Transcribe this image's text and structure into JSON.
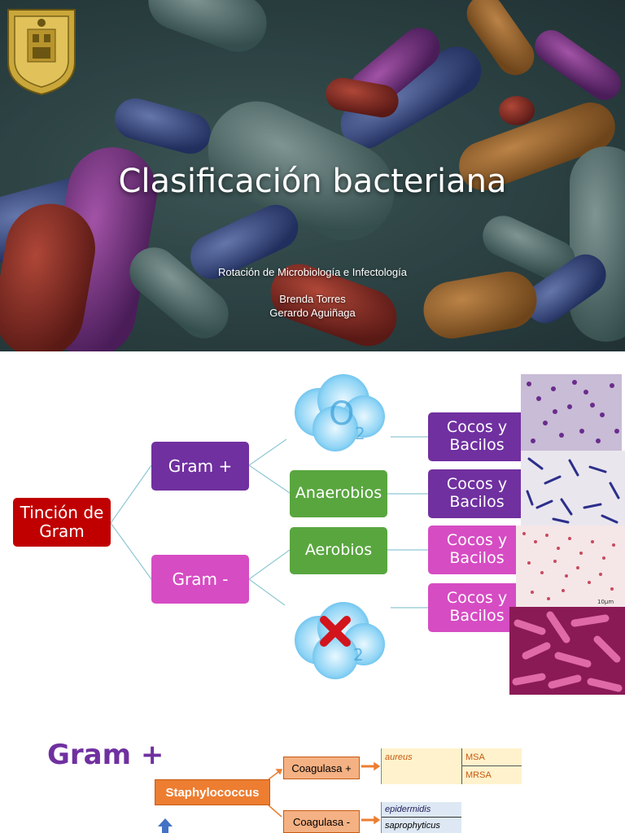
{
  "slide1": {
    "title": "Clasificación bacteriana",
    "course": "Rotación de Microbiología e Infectología",
    "author1": "Brenda Torres",
    "author2": "Gerardo Aguiñaga"
  },
  "slide2": {
    "root": "Tinción de Gram",
    "gram_pos": "Gram +",
    "gram_neg": "Gram -",
    "anaerobios": "Anaerobios",
    "aerobios": "Aerobios",
    "o2_symbol": "O",
    "o2_sub": "2",
    "cocos1": "Cocos y Bacilos",
    "cocos2": "Cocos y Bacilos",
    "cocos3": "Cocos y Bacilos",
    "cocos4": "Cocos y Bacilos",
    "scale_label": "10µm",
    "colors": {
      "purple": "#7030a0",
      "pink": "#d64cc3",
      "red": "#c00000",
      "green": "#59a63f"
    }
  },
  "slide3": {
    "title": "Gram +",
    "staph": "Staphylococcus",
    "coag_pos": "Coagulasa +",
    "coag_neg": "Coagulasa -",
    "aureus": "aureus",
    "msa": "MSA",
    "mrsa": "MRSA",
    "epidermidis": "epidermidis",
    "saprophyticus": "saprophyticus"
  }
}
